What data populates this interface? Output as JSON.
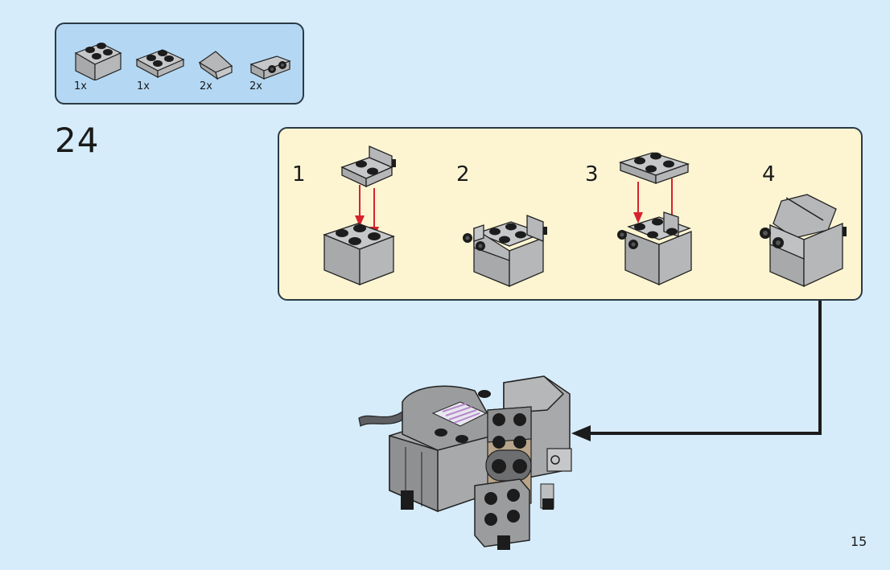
{
  "page": {
    "step_number": "24",
    "page_number": "15",
    "colors": {
      "background": "#d6ecfa",
      "parts_panel": "#b4d8f3",
      "substeps_panel": "#fdf5d2",
      "brick_gray": "#a8a9ab",
      "stud_black": "#1c1c1c",
      "arrow_red": "#d6222c",
      "tan": "#b9a58a"
    }
  },
  "parts_list": {
    "items": [
      {
        "name": "brick-2x2",
        "qty": "1x"
      },
      {
        "name": "plate-2x2",
        "qty": "1x"
      },
      {
        "name": "slope-1x2",
        "qty": "2x"
      },
      {
        "name": "bracket-1x2-2x2",
        "qty": "2x"
      }
    ]
  },
  "substeps": [
    {
      "label": "1",
      "description": "bracket-onto-brick"
    },
    {
      "label": "2",
      "description": "brackets-attached"
    },
    {
      "label": "3",
      "description": "plate-onto-brackets"
    },
    {
      "label": "4",
      "description": "slopes-attached"
    }
  ],
  "model": {
    "description": "elephant-assembly-with-head-subassembly"
  }
}
